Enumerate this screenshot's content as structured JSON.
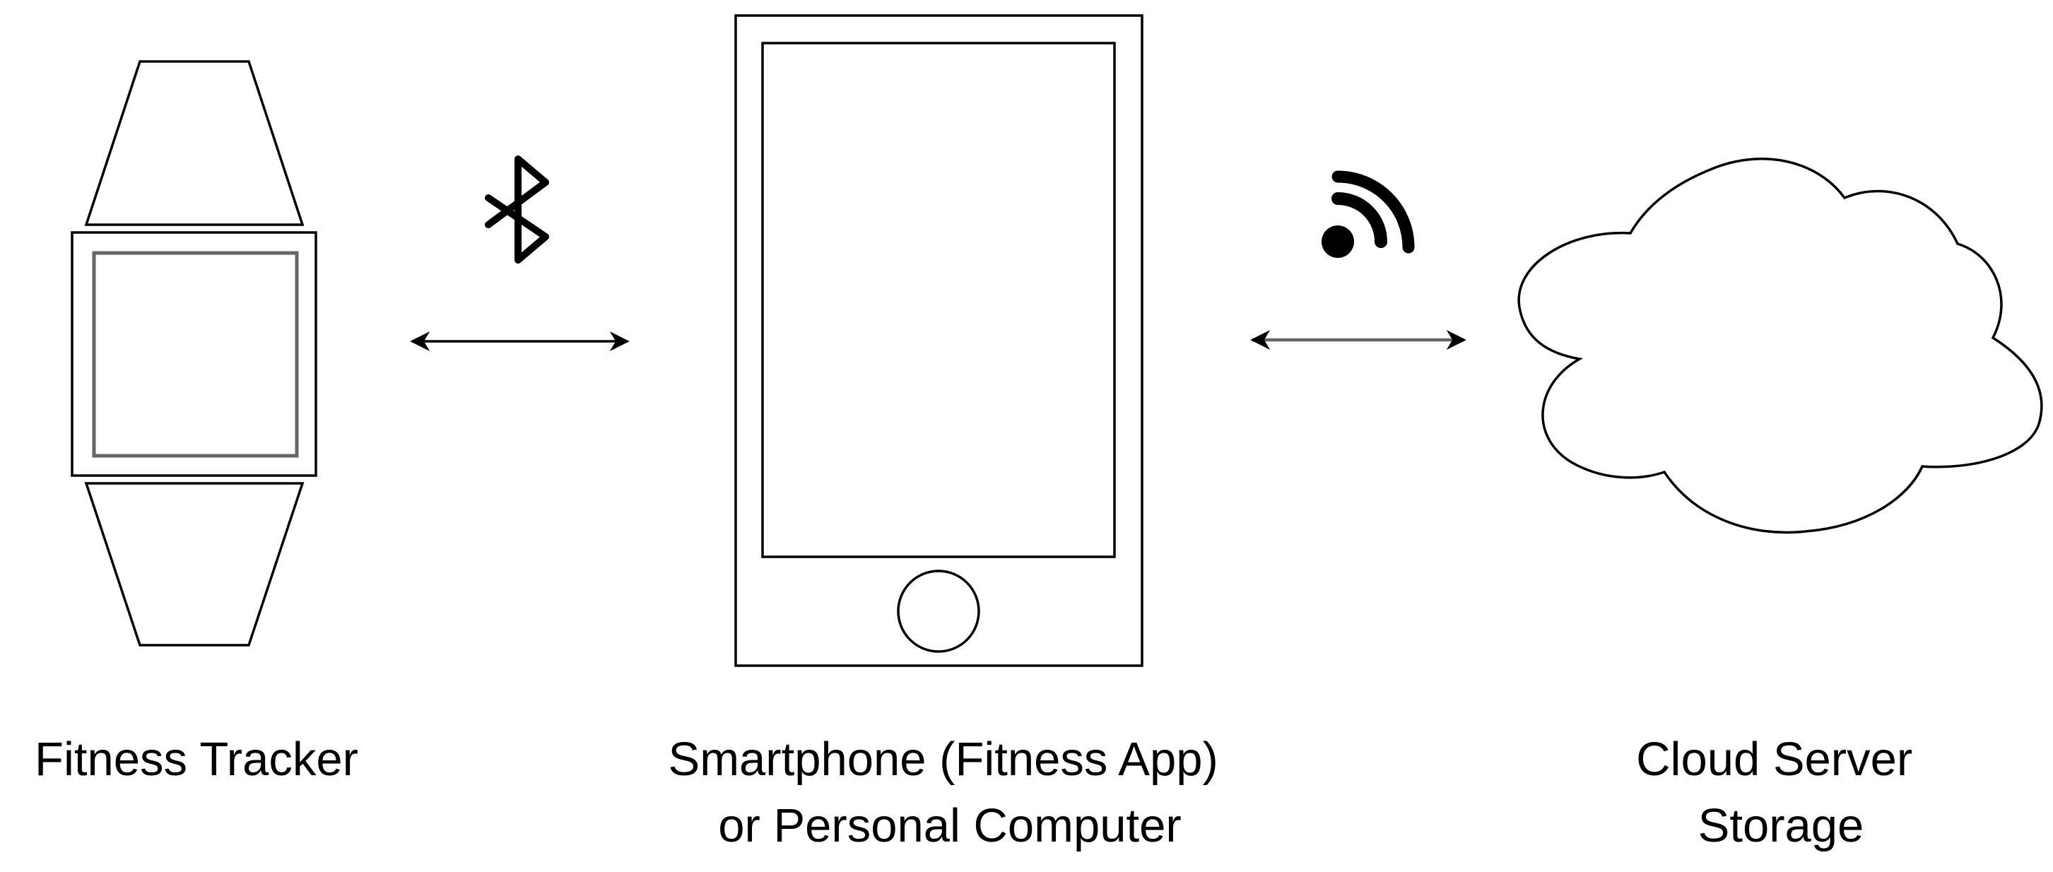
{
  "nodes": {
    "tracker": {
      "label_lines": [
        "Fitness Tracker"
      ],
      "icon": "smartwatch-icon"
    },
    "phone": {
      "label_lines": [
        "Smartphone (Fitness App)",
        "or Personal Computer"
      ],
      "icon": "smartphone-icon"
    },
    "cloud": {
      "label_lines": [
        "Cloud Server",
        "Storage"
      ],
      "icon": "cloud-icon"
    }
  },
  "links": [
    {
      "from": "tracker",
      "to": "phone",
      "direction": "bidirectional",
      "protocol_icon": "bluetooth-icon"
    },
    {
      "from": "phone",
      "to": "cloud",
      "direction": "bidirectional",
      "protocol_icon": "wireless-signal-icon"
    }
  ],
  "colors": {
    "stroke": "#000000",
    "inner_screen_stroke": "#666666",
    "background": "#ffffff"
  }
}
